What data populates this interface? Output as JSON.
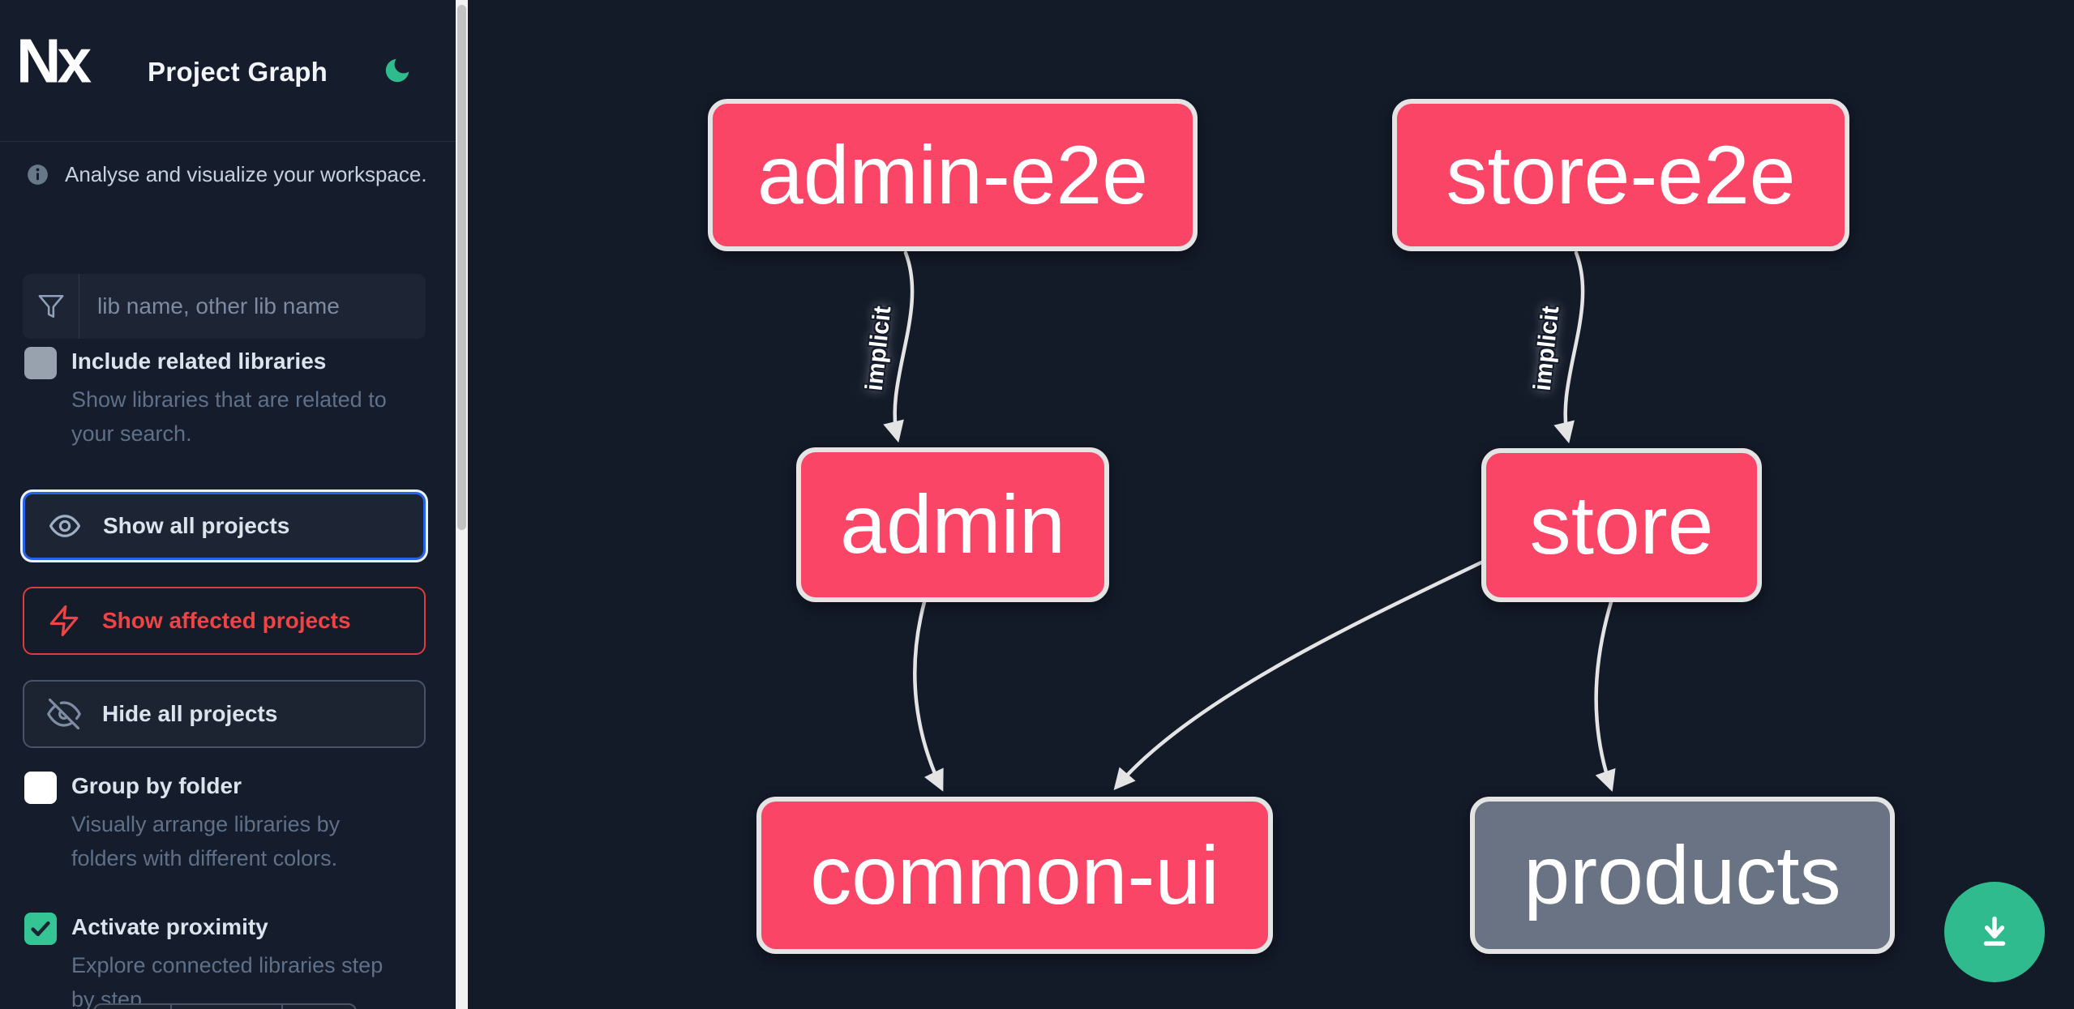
{
  "header": {
    "title": "Project Graph",
    "logo_text": "Nx",
    "theme_toggle_icon": "moon-icon"
  },
  "sidebar": {
    "tagline": "Analyse and visualize your workspace.",
    "search": {
      "placeholder": "lib name, other lib name",
      "icon": "funnel-icon"
    },
    "checkboxes": [
      {
        "id": "include-related-libraries",
        "label": "Include related libraries",
        "description": "Show libraries that are related to your search.",
        "checked": false
      },
      {
        "id": "group-by-folder",
        "label": "Group by folder",
        "description": "Visually arrange libraries by folders with different colors.",
        "checked": false
      },
      {
        "id": "activate-proximity",
        "label": "Activate proximity",
        "description": "Explore connected libraries step by step.",
        "checked": true
      }
    ],
    "buttons": [
      {
        "id": "show-all-projects",
        "label": "Show all projects",
        "icon": "eye-icon",
        "active": true
      },
      {
        "id": "show-affected-projects",
        "label": "Show affected projects",
        "icon": "lightning-icon"
      },
      {
        "id": "hide-all-projects",
        "label": "Hide all projects",
        "icon": "eye-off-icon"
      }
    ]
  },
  "graph": {
    "nodes": [
      {
        "id": "admin-e2e",
        "label": "admin-e2e",
        "color": "#fb4566"
      },
      {
        "id": "store-e2e",
        "label": "store-e2e",
        "color": "#fb4566"
      },
      {
        "id": "admin",
        "label": "admin",
        "color": "#fb4566"
      },
      {
        "id": "store",
        "label": "store",
        "color": "#fb4566"
      },
      {
        "id": "common-ui",
        "label": "common-ui",
        "color": "#fb4566"
      },
      {
        "id": "products",
        "label": "products",
        "color": "#6a7384"
      }
    ],
    "edges": [
      {
        "from": "admin-e2e",
        "to": "admin",
        "label": "implicit"
      },
      {
        "from": "store-e2e",
        "to": "store",
        "label": "implicit"
      },
      {
        "from": "admin",
        "to": "common-ui",
        "label": ""
      },
      {
        "from": "store",
        "to": "common-ui",
        "label": ""
      },
      {
        "from": "store",
        "to": "products",
        "label": ""
      }
    ]
  },
  "fab": {
    "icon": "download-icon",
    "color": "#2fbb8d"
  },
  "colors": {
    "canvas_bg": "#131a28",
    "sidebar_bg": "#151c2b",
    "node_pink": "#fb4566",
    "node_gray": "#6a7384",
    "edge": "#e4e4e4",
    "accent_blue": "#2563eb",
    "accent_red": "#ef4444",
    "accent_green": "#2fbb8d"
  }
}
